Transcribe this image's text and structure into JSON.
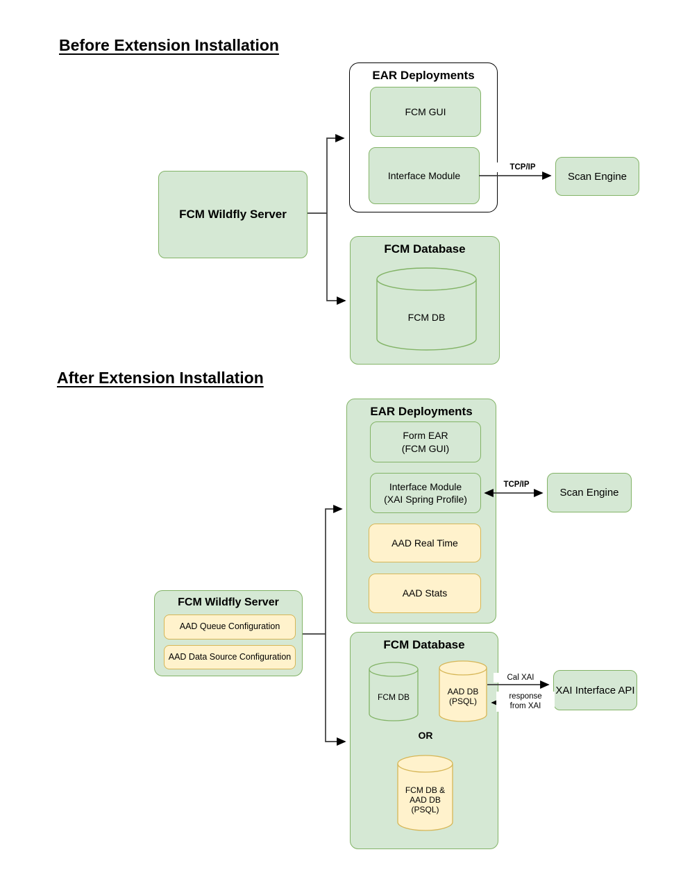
{
  "colors": {
    "green_fill": "#d5e8d4",
    "green_stroke": "#82b366",
    "yellow_fill": "#fff2cc",
    "yellow_stroke": "#d6b656",
    "line": "#3b3b3b",
    "text": "#000000",
    "background": "#ffffff"
  },
  "before": {
    "title": "Before Extension Installation",
    "wildfly_label": "FCM Wildfly Server",
    "ear": {
      "title": "EAR Deployments",
      "items": [
        {
          "label": "FCM GUI"
        },
        {
          "label": "Interface Module"
        }
      ]
    },
    "tcpip_label": "TCP/IP",
    "scan_engine_label": "Scan Engine",
    "database": {
      "title": "FCM Database",
      "db_label": "FCM DB"
    }
  },
  "after": {
    "title": "After Extension Installation",
    "wildfly": {
      "title": "FCM Wildfly Server",
      "items": [
        {
          "label": "AAD Queue Configuration"
        },
        {
          "label": "AAD Data Source Configuration"
        }
      ]
    },
    "ear": {
      "title": "EAR Deployments",
      "items": [
        {
          "label": "Form EAR\n(FCM GUI)"
        },
        {
          "label": "Interface Module\n(XAI Spring Profile)"
        },
        {
          "label": "AAD Real Time"
        },
        {
          "label": "AAD Stats"
        }
      ]
    },
    "tcpip_label": "TCP/IP",
    "scan_engine_label": "Scan Engine",
    "database": {
      "title": "FCM Database",
      "fcm_db_label": "FCM DB",
      "aad_db_label": "AAD DB\n(PSQL)",
      "or_label": "OR",
      "combined_db_label": "FCM DB &\nAAD DB\n(PSQL)"
    },
    "xai_api_label": "XAI Interface API",
    "call_label": "Cal XAI",
    "response_label": "response\nfrom XAI"
  }
}
